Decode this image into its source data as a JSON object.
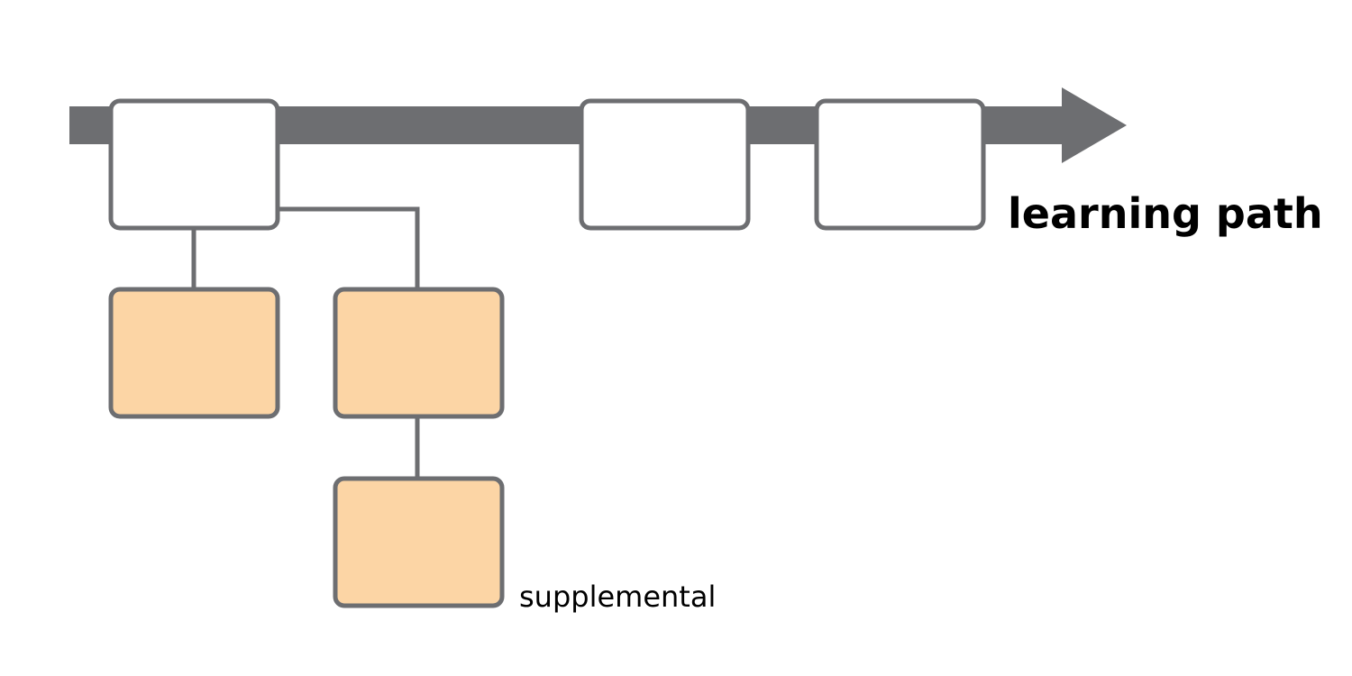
{
  "diagram": {
    "main_path_label": "learning path",
    "supplemental_label": "supplemental",
    "colors": {
      "path": "#6d6e71",
      "box_border": "#6d6e71",
      "core_fill": "#ffffff",
      "supplemental_fill": "#fcd5a5",
      "text": "#000000"
    },
    "core_box_count": 3,
    "supplemental_box_count": 3
  }
}
